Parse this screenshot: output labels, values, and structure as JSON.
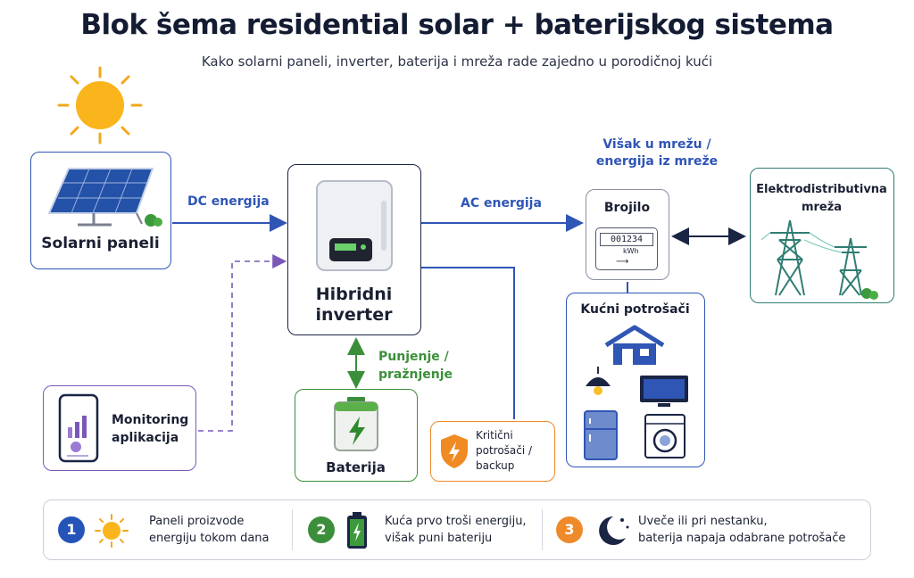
{
  "title": "Blok šema residential solar + baterijskog sistema",
  "subtitle": "Kako solarni paneli, inverter, baterija i mreža rade zajedno u porodičnoj kući",
  "nodes": {
    "solar": "Solarni paneli",
    "inverter_line1": "Hibridni",
    "inverter_line2": "inverter",
    "meter": "Brojilo",
    "meter_display": "001234",
    "meter_unit": "kWh",
    "grid_line1": "Elektrodistributivna",
    "grid_line2": "mreža",
    "consumers": "Kućni potrošači",
    "battery": "Baterija",
    "monitoring_line1": "Monitoring",
    "monitoring_line2": "aplikacija",
    "critical_line1": "Kritični",
    "critical_line2": "potrošači /",
    "critical_line3": "backup"
  },
  "edges": {
    "dc": "DC energija",
    "ac": "AC energija",
    "grid_line1": "Višak u mrežu /",
    "grid_line2": "energija iz mreže",
    "battery_line1": "Punjenje /",
    "battery_line2": "pražnjenje"
  },
  "footer": {
    "steps": [
      {
        "num": "1",
        "line1": "Paneli proizvode",
        "line2": "energiju tokom dana",
        "icon": "sun-icon"
      },
      {
        "num": "2",
        "line1": "Kuća prvo troši energiju,",
        "line2": "višak puni bateriju",
        "icon": "battery-icon"
      },
      {
        "num": "3",
        "line1": "Uveče ili pri nestanku,",
        "line2": "baterija napaja odabrane potrošače",
        "icon": "moon-icon"
      }
    ]
  },
  "colors": {
    "blue": "#2f55b5",
    "green": "#3c8f3a",
    "purple": "#7a58b8",
    "orange": "#ee8a2a",
    "teal": "#2f7d73",
    "dark": "#1a2033"
  }
}
